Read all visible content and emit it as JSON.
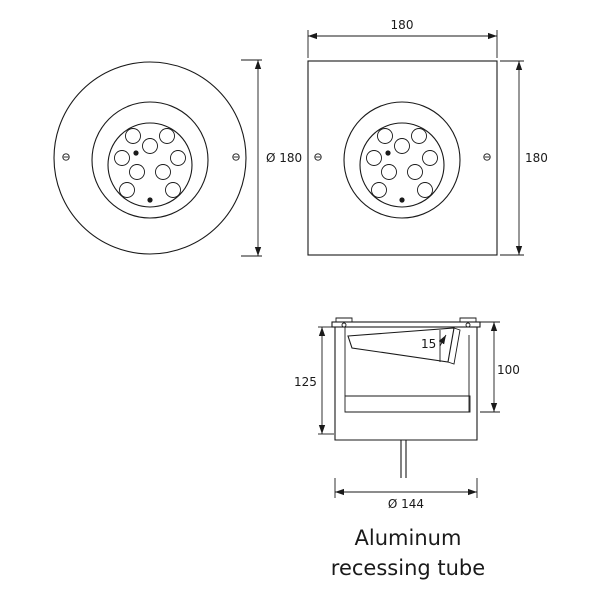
{
  "dimensions": {
    "round_diameter": "Ø 180",
    "square_width": "180",
    "square_height": "180",
    "tube_height": "125",
    "inner_height": "100",
    "tilt_angle": "15",
    "tube_diameter": "Ø 144"
  },
  "caption": {
    "line1": "Aluminum",
    "line2": "recessing tube"
  },
  "icons": {
    "arrowhead": "dimension-arrow-icon",
    "screw": "screw-icon"
  }
}
